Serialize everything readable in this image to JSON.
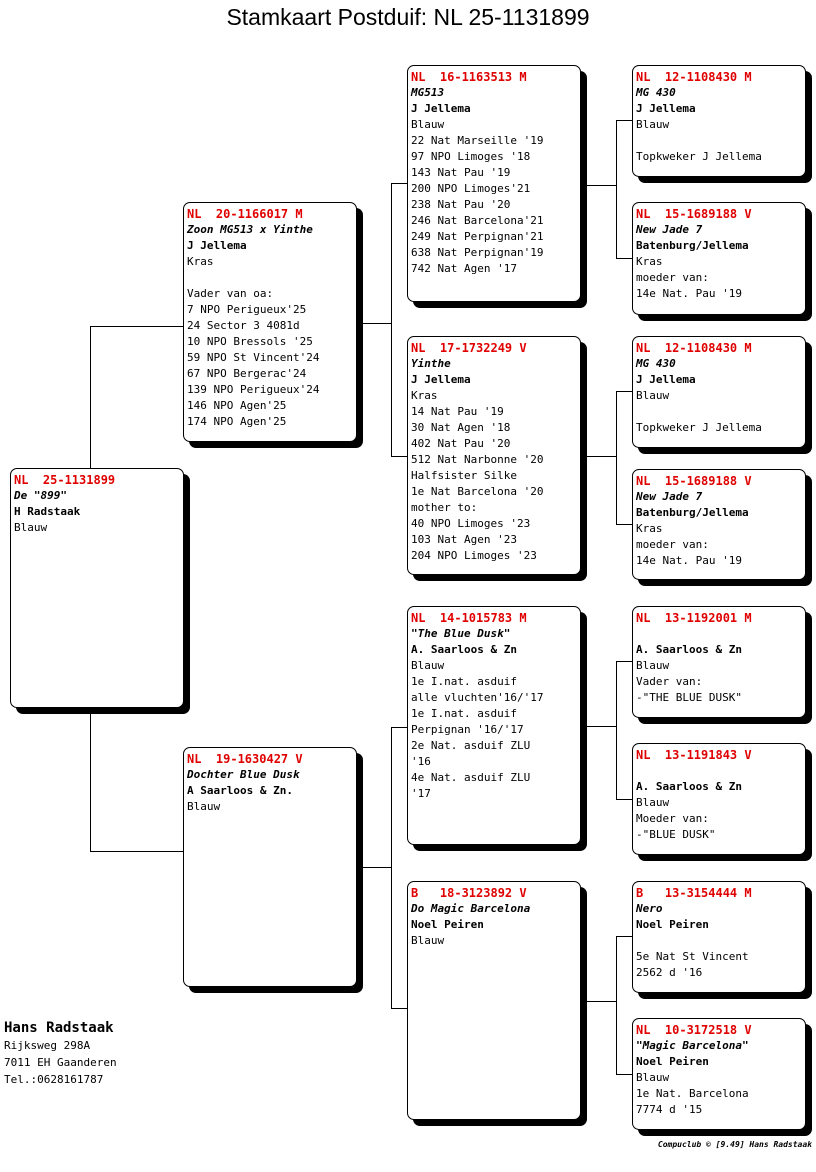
{
  "title": "Stamkaart Postduif: NL  25-1131899",
  "pigeons": [
    {
      "ring": "NL  25-1131899",
      "name": "De \"899\"",
      "owner": "H Radstaak",
      "lines": [
        "Blauw"
      ]
    },
    {
      "ring": "NL  20-1166017 M",
      "name": "Zoon MG513 x Yinthe",
      "owner": "J Jellema",
      "lines": [
        "Kras",
        "",
        "Vader van oa:",
        "7 NPO Perigueux'25",
        "24 Sector 3 4081d",
        "10 NPO Bressols '25",
        "59 NPO St Vincent'24",
        "67 NPO Bergerac'24",
        "139 NPO Perigueux'24",
        "146 NPO Agen'25",
        "174 NPO Agen'25"
      ]
    },
    {
      "ring": "NL  19-1630427 V",
      "name": "Dochter Blue Dusk",
      "owner": "A Saarloos & Zn.",
      "lines": [
        "Blauw"
      ]
    },
    {
      "ring": "NL  16-1163513 M",
      "name": "MG513",
      "owner": "J Jellema",
      "lines": [
        "Blauw",
        "22 Nat Marseille '19",
        "97 NPO Limoges '18",
        "143 Nat Pau '19",
        "200 NPO Limoges'21",
        "238 Nat Pau '20",
        "246 Nat Barcelona'21",
        "249 Nat Perpignan'21",
        "638 Nat Perpignan'19",
        "742 Nat Agen '17"
      ]
    },
    {
      "ring": "NL  17-1732249 V",
      "name": "Yinthe",
      "owner": "J Jellema",
      "lines": [
        "Kras",
        "14 Nat Pau '19",
        "30 Nat Agen '18",
        "402 Nat Pau '20",
        "512 Nat Narbonne '20",
        "Halfsister Silke",
        "1e Nat Barcelona '20",
        "mother to:",
        "40 NPO Limoges '23",
        "103 Nat Agen '23",
        "204 NPO Limoges '23"
      ]
    },
    {
      "ring": "NL  14-1015783 M",
      "name": "\"The Blue Dusk\"",
      "owner": "A. Saarloos & Zn",
      "lines": [
        "Blauw",
        "1e I.nat. asduif",
        "alle vluchten'16/'17",
        "1e I.nat. asduif",
        "Perpignan '16/'17",
        "2e Nat. asduif ZLU",
        "'16",
        "4e Nat. asduif ZLU",
        "'17"
      ]
    },
    {
      "ring": "B   18-3123892 V",
      "name": "Do Magic Barcelona",
      "owner": "Noel Peiren",
      "lines": [
        "Blauw"
      ]
    },
    {
      "ring": "NL  12-1108430 M",
      "name": "MG 430",
      "owner": "J Jellema",
      "lines": [
        "Blauw",
        "",
        "Topkweker J Jellema"
      ]
    },
    {
      "ring": "NL  15-1689188 V",
      "name": "New Jade 7",
      "owner": "Batenburg/Jellema",
      "lines": [
        "Kras",
        "moeder van:",
        "14e Nat. Pau '19"
      ]
    },
    {
      "ring": "NL  12-1108430 M",
      "name": "MG 430",
      "owner": "J Jellema",
      "lines": [
        "Blauw",
        "",
        "Topkweker J Jellema"
      ]
    },
    {
      "ring": "NL  15-1689188 V",
      "name": "New Jade 7",
      "owner": "Batenburg/Jellema",
      "lines": [
        "Kras",
        "moeder van:",
        "14e Nat. Pau '19"
      ]
    },
    {
      "ring": "NL  13-1192001 M",
      "name": "",
      "owner": "A. Saarloos & Zn",
      "lines": [
        "Blauw",
        "Vader van:",
        "-\"THE BLUE DUSK\""
      ]
    },
    {
      "ring": "NL  13-1191843 V",
      "name": "",
      "owner": "A. Saarloos & Zn",
      "lines": [
        "Blauw",
        "Moeder van:",
        "-\"BLUE DUSK\""
      ]
    },
    {
      "ring": "B   13-3154444 M",
      "name": "Nero",
      "owner": "Noel Peiren",
      "lines": [
        "",
        "5e Nat St Vincent",
        "2562 d '16"
      ]
    },
    {
      "ring": "NL  10-3172518 V",
      "name": "\"Magic Barcelona\"",
      "owner": "Noel Peiren",
      "lines": [
        "Blauw",
        "1e Nat. Barcelona",
        "7774 d '15"
      ]
    }
  ],
  "owner_block": {
    "name": "Hans Radstaak",
    "address1": "Rijksweg 298A",
    "address2": "7011 EH  Gaanderen",
    "phone": "Tel.:0628161787"
  },
  "footer": "Compuclub © [9.49]  Hans Radstaak"
}
